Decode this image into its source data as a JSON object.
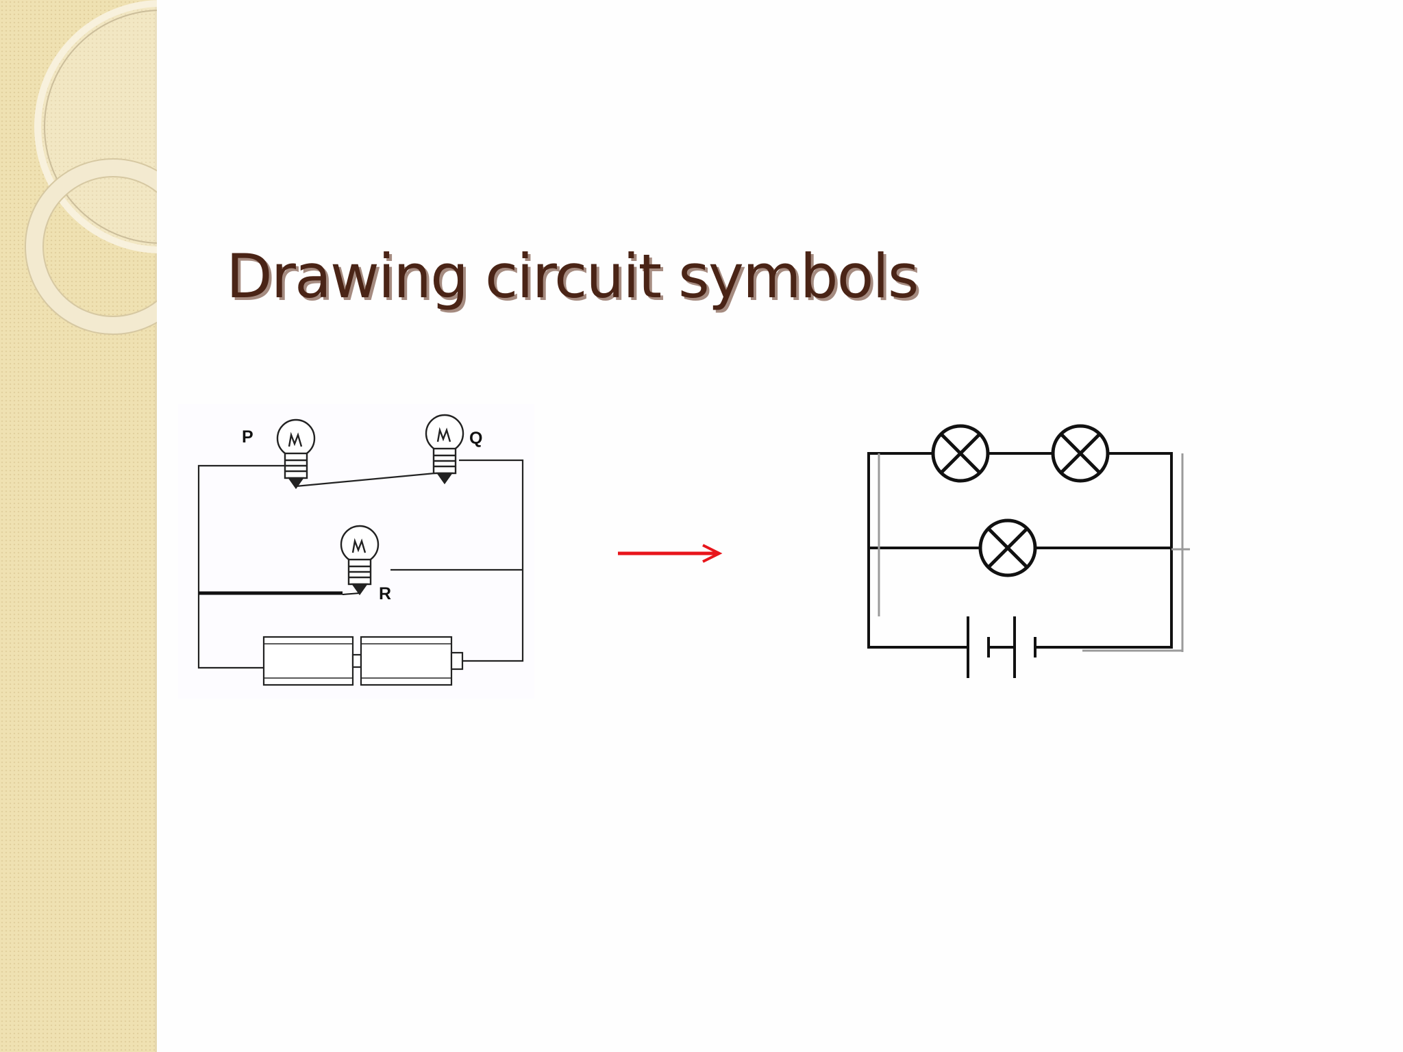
{
  "slide": {
    "title": "Drawing circuit symbols",
    "accent_color": "#e8151b",
    "title_color": "#4a2416"
  },
  "pictorial_circuit": {
    "bulbs": [
      {
        "label": "P"
      },
      {
        "label": "Q"
      },
      {
        "label": "R"
      }
    ],
    "cells": 2
  },
  "arrow": {
    "icon": "right-arrow-icon"
  },
  "schematic_circuit": {
    "lamps": 3,
    "cells": 2
  }
}
